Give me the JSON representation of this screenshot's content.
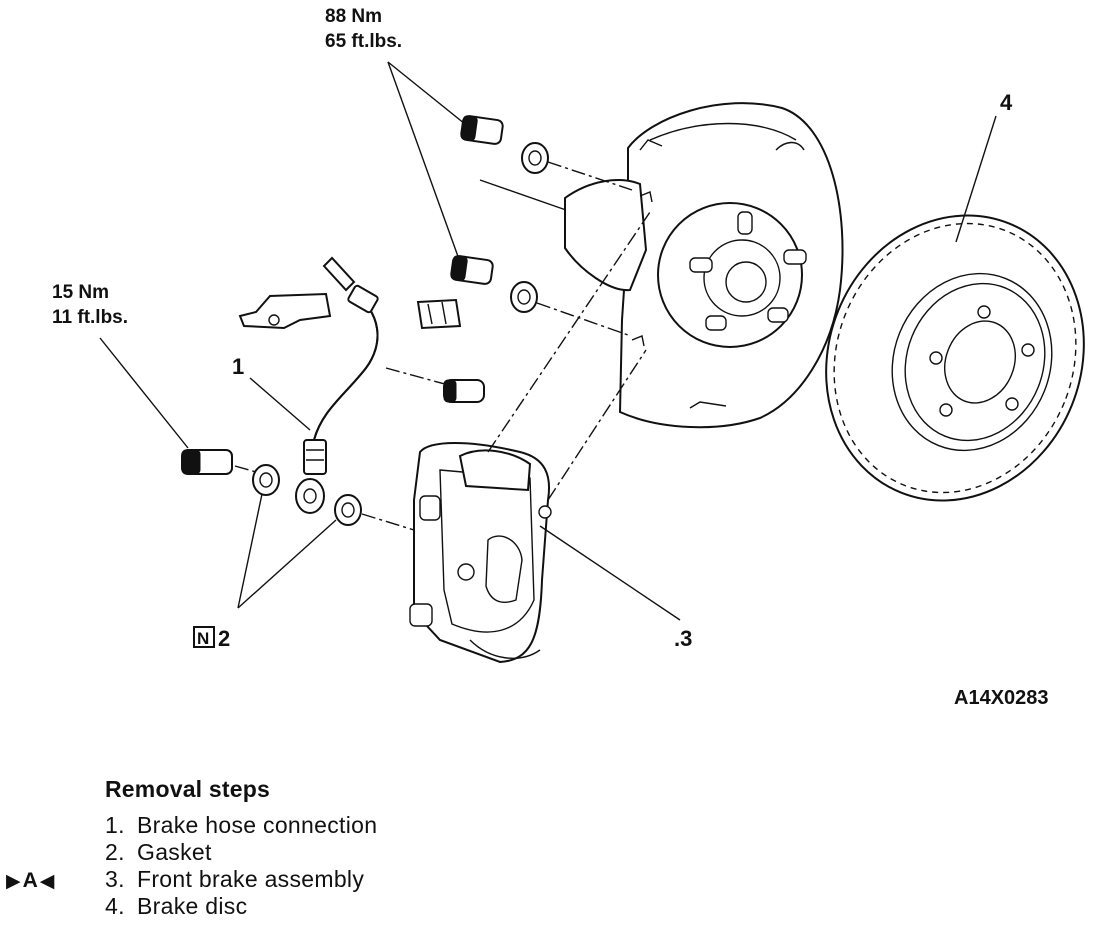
{
  "torque_upper": {
    "nm": "88 Nm",
    "ftlbs": "65 ft.lbs."
  },
  "torque_left": {
    "nm": "15 Nm",
    "ftlbs": "11 ft.lbs."
  },
  "callouts": {
    "hose": "1",
    "gasket": "2",
    "caliper": ".3",
    "disc": "4"
  },
  "replace_symbol": "N",
  "figure_code": "A14X0283",
  "removal_steps": {
    "title": "Removal steps",
    "marker": {
      "left_icon": "right-pointing-triangle",
      "text": "A",
      "right_icon": "left-pointing-triangle",
      "applies_to_step": 3
    },
    "items": [
      {
        "num": "1.",
        "text": "Brake hose connection"
      },
      {
        "num": "2.",
        "text": "Gasket"
      },
      {
        "num": "3.",
        "text": "Front brake assembly"
      },
      {
        "num": "4.",
        "text": "Brake disc"
      }
    ]
  }
}
